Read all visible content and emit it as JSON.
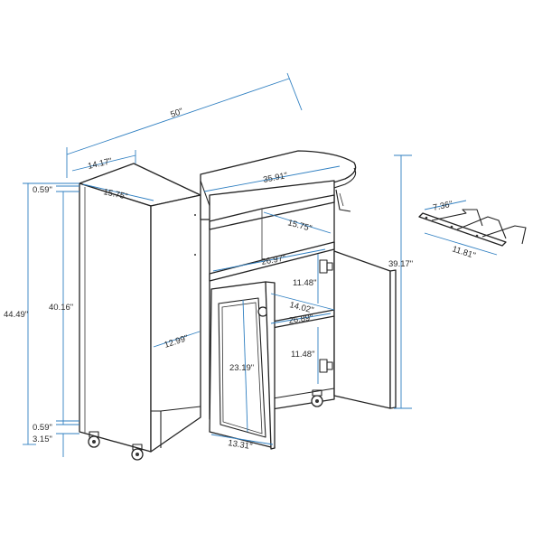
{
  "diagram": {
    "dimensions": {
      "overall_width": "50\"",
      "tower_depth_top": "14.17\"",
      "tower_width_top": "15.75\"",
      "board_length": "35.91\"",
      "shelf_depth": "15.75\"",
      "shelf_width": "26.97\"",
      "top_shelf_gap": "11.48\"",
      "bottom_shelf_gap": "11.48\"",
      "inner_depth": "14.02\"",
      "inner_width": "26.89\"",
      "door_height": "23.19\"",
      "door_width": "13.31\"",
      "tower_inner_depth": "12.99\"",
      "tower_inner_height": "40.16\"",
      "total_height": "44.49\"",
      "top_panel_thickness": "0.59\"",
      "bottom_panel_thickness": "0.59\"",
      "caster_height": "3.15\"",
      "right_height": "39.17\"",
      "hanger_inner": "7.36\"",
      "hanger_outer": "11.81\""
    },
    "colors": {
      "dimension_line": "#2f7fc1",
      "outline": "#222222"
    }
  }
}
